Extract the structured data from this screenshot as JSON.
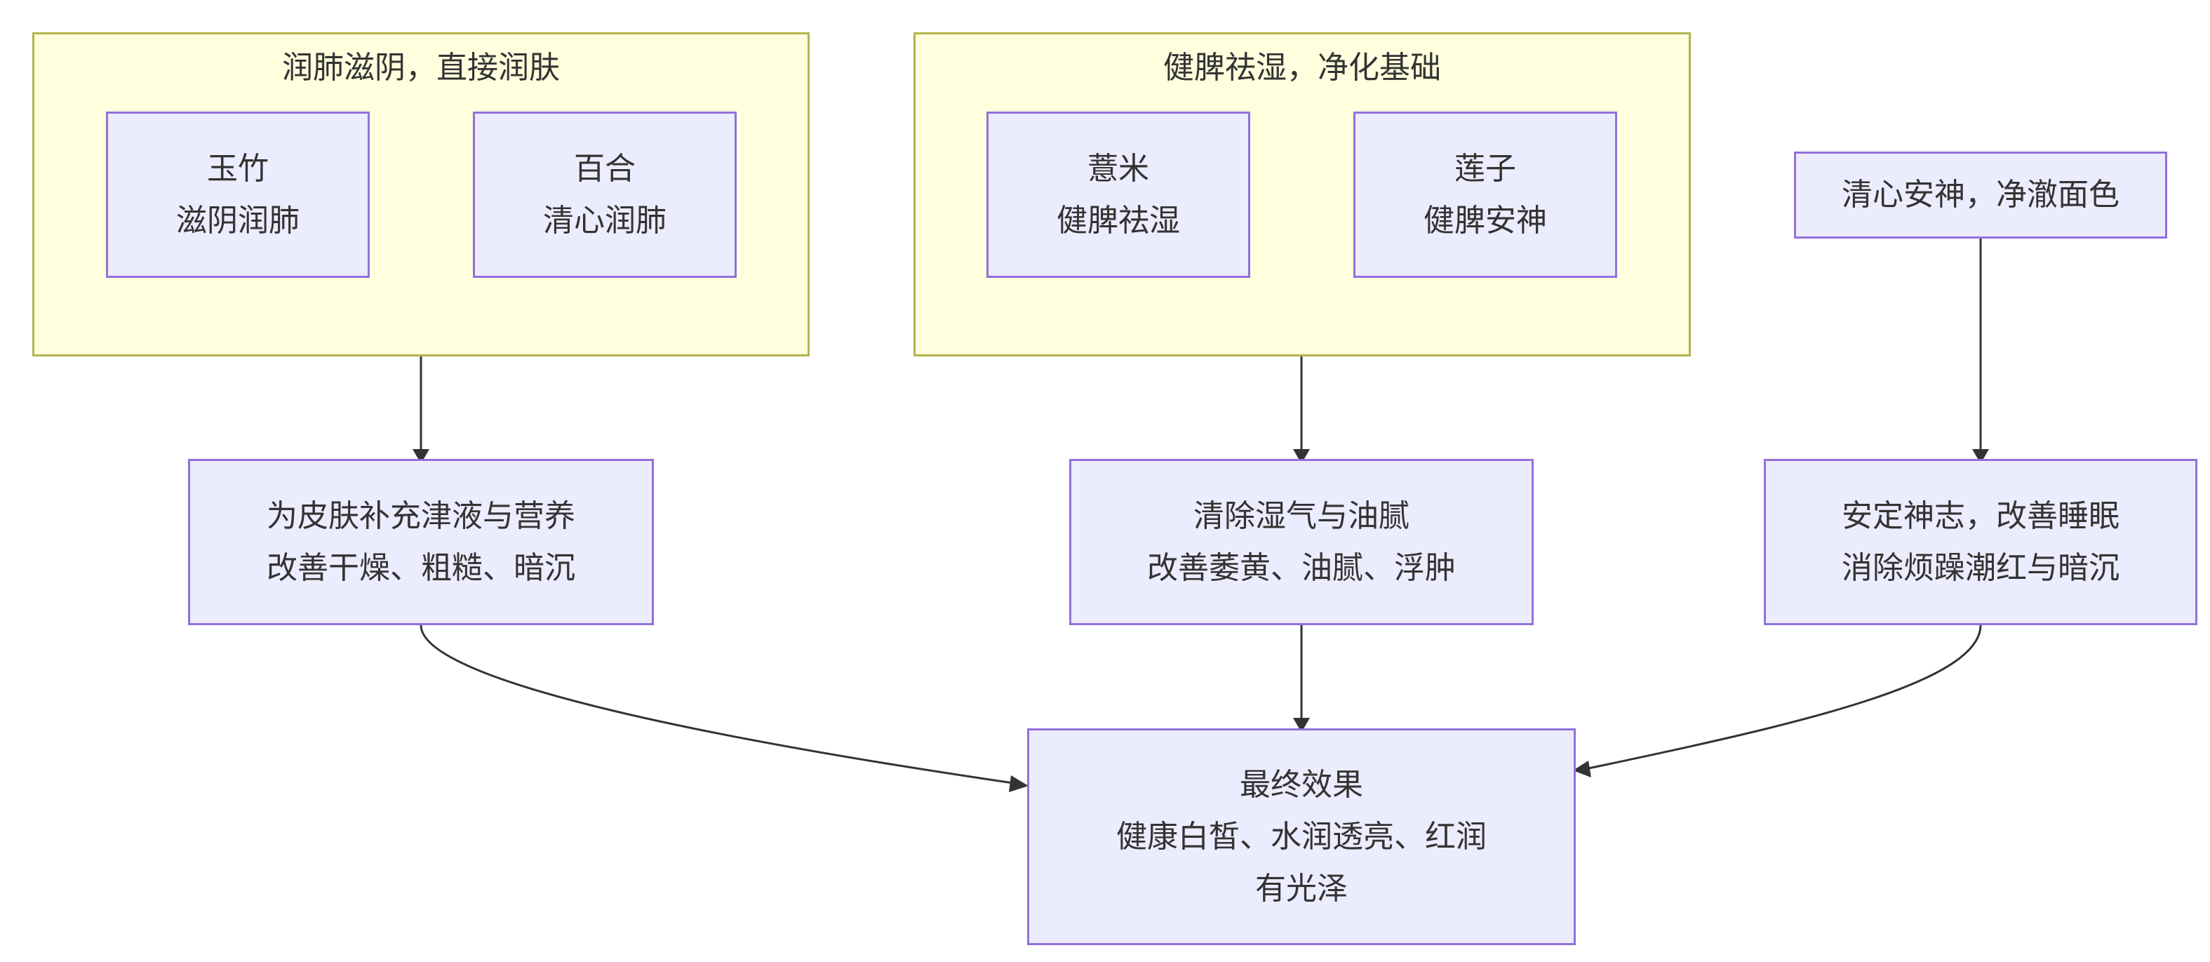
{
  "colors": {
    "node_fill": "#ececff",
    "node_border": "#9370db",
    "cluster_fill": "#ffffde",
    "cluster_border": "#b3b34d",
    "edge": "#333333",
    "text": "#333333"
  },
  "clusters": {
    "lung": {
      "title": "润肺滋阴，直接润肤"
    },
    "spleen": {
      "title": "健脾祛湿，净化基础"
    }
  },
  "nodes": {
    "yuzhu": {
      "lines": [
        "玉竹",
        "滋阴润肺"
      ]
    },
    "baihe": {
      "lines": [
        "百合",
        "清心润肺"
      ]
    },
    "yiyi": {
      "lines": [
        "薏米",
        "健脾祛湿"
      ]
    },
    "lianzi": {
      "lines": [
        "莲子",
        "健脾安神"
      ]
    },
    "calm": {
      "lines": [
        "清心安神，净澈面色"
      ]
    },
    "hydrate": {
      "lines": [
        "为皮肤补充津液与营养",
        "改善干燥、粗糙、暗沉"
      ]
    },
    "cleanse": {
      "lines": [
        "清除湿气与油腻",
        "改善萎黄、油腻、浮肿"
      ]
    },
    "sleep": {
      "lines": [
        "安定神志，改善睡眠",
        "消除烦躁潮红与暗沉"
      ]
    },
    "result": {
      "lines": [
        "最终效果",
        "健康白皙、水润透亮、红润",
        "有光泽"
      ]
    }
  }
}
